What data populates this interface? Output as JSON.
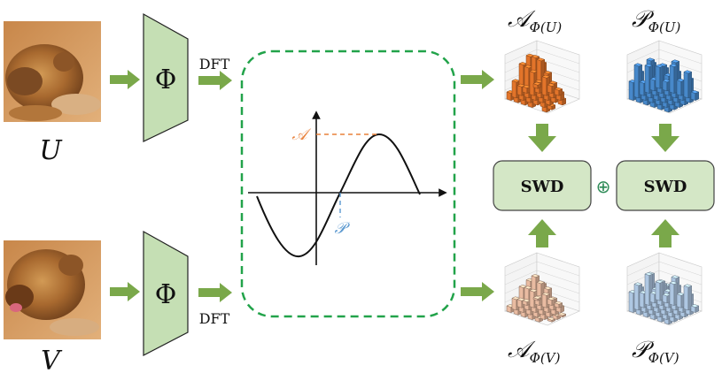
{
  "inputs": {
    "top_label": "U",
    "bottom_label": "V"
  },
  "encoder": {
    "symbol": "Φ"
  },
  "dft": {
    "label": "DFT"
  },
  "waveform": {
    "amplitude_label": "𝒜",
    "phase_label": "𝒫"
  },
  "outputs": {
    "amp_u_label": "𝒜",
    "amp_u_sub": "Φ(U)",
    "phase_u_label": "𝒫",
    "phase_u_sub": "Φ(U)",
    "amp_v_label": "𝒜",
    "amp_v_sub": "Φ(V)",
    "phase_v_label": "𝒫",
    "phase_v_sub": "Φ(V)"
  },
  "swd": {
    "left_label": "SWD",
    "right_label": "SWD",
    "combine_symbol": "⊕"
  },
  "colors": {
    "arrow_green": "#7aa84a",
    "encoder_fill": "#c5dfb4",
    "swd_fill": "#d4e7c6",
    "dashed_green": "#22a34a",
    "amplitude_orange": "#ee7a2c",
    "amplitude_light": "#f5c5a9",
    "phase_blue": "#4b8fd5",
    "phase_light": "#b7d1ee",
    "wave_label_orange": "#e8803a",
    "wave_label_blue": "#5a98cf"
  }
}
